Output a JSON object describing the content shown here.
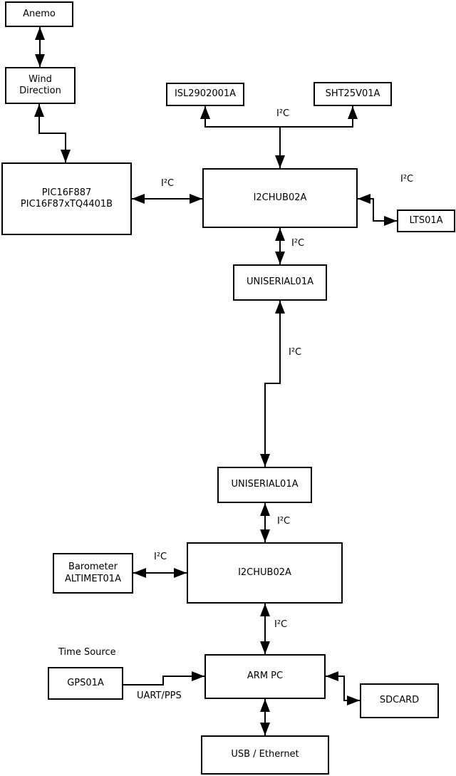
{
  "diagram": {
    "nodes": {
      "anemo": {
        "label": "Anemo"
      },
      "wind_direction": {
        "line1": "Wind",
        "line2": "Direction"
      },
      "pic": {
        "line1": "PIC16F887",
        "line2": "PIC16F87xTQ4401B"
      },
      "isl": {
        "label": "ISL2902001A"
      },
      "sht": {
        "label": "SHT25V01A"
      },
      "i2c_hub_top": {
        "label": "I2CHUB02A"
      },
      "lts": {
        "label": "LTS01A"
      },
      "uniserial_top": {
        "label": "UNISERIAL01A"
      },
      "uniserial_bottom": {
        "label": "UNISERIAL01A"
      },
      "i2c_hub_bottom": {
        "label": "I2CHUB02A"
      },
      "barometer": {
        "line1": "Barometer",
        "line2": "ALTIMET01A"
      },
      "gps": {
        "label": "GPS01A"
      },
      "arm_pc": {
        "label": "ARM PC"
      },
      "sdcard": {
        "label": "SDCARD"
      },
      "usb_ethernet": {
        "label": "USB / Ethernet"
      }
    },
    "edge_labels": {
      "i2c": "I²C",
      "time_source": "Time Source",
      "uart_pps": "UART/PPS"
    },
    "colors": {
      "background": "#ffffff",
      "line": "#000000",
      "text": "#000000"
    }
  }
}
